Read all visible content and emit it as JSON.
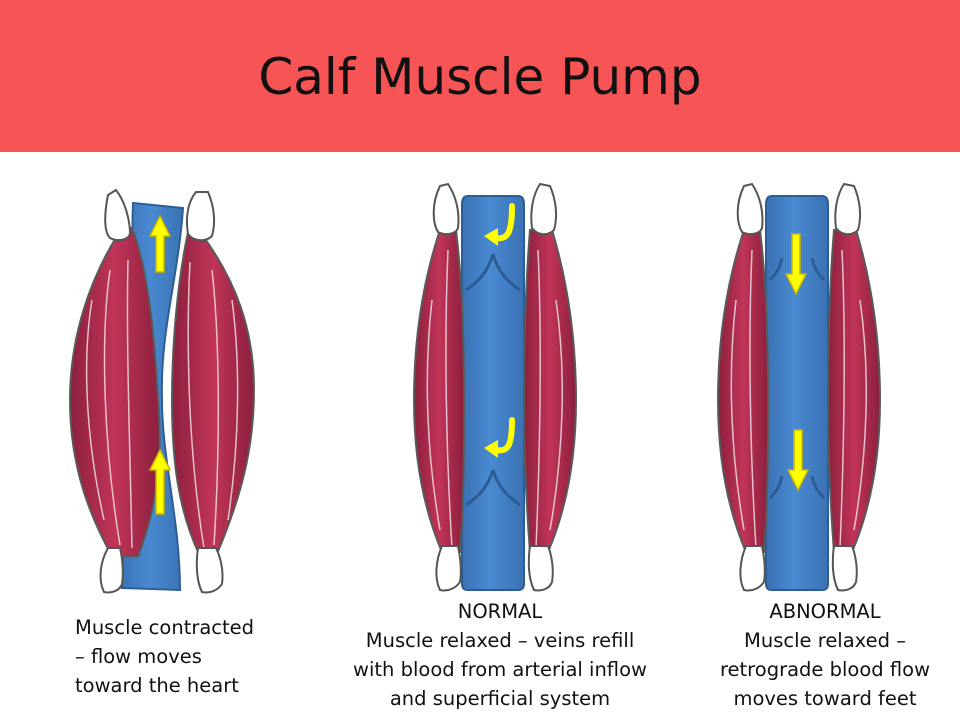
{
  "title": "Calf Muscle Pump",
  "colors": {
    "banner": "#f65455",
    "muscle": "#b02c4e",
    "vein": "#3f7fc5",
    "arrow": "#ffff00"
  },
  "panels": [
    {
      "heading": "",
      "lines": [
        "Muscle contracted",
        "– flow moves",
        "toward the heart"
      ],
      "arrow_direction": "up",
      "muscle_state": "contracted"
    },
    {
      "heading": "NORMAL",
      "lines": [
        "Muscle relaxed – veins refill",
        "with blood from arterial inflow",
        "and superficial system"
      ],
      "arrow_direction": "hook-up",
      "muscle_state": "relaxed"
    },
    {
      "heading": "ABNORMAL",
      "lines": [
        "Muscle relaxed –",
        "retrograde blood flow",
        "moves toward feet"
      ],
      "arrow_direction": "down",
      "muscle_state": "relaxed"
    }
  ]
}
